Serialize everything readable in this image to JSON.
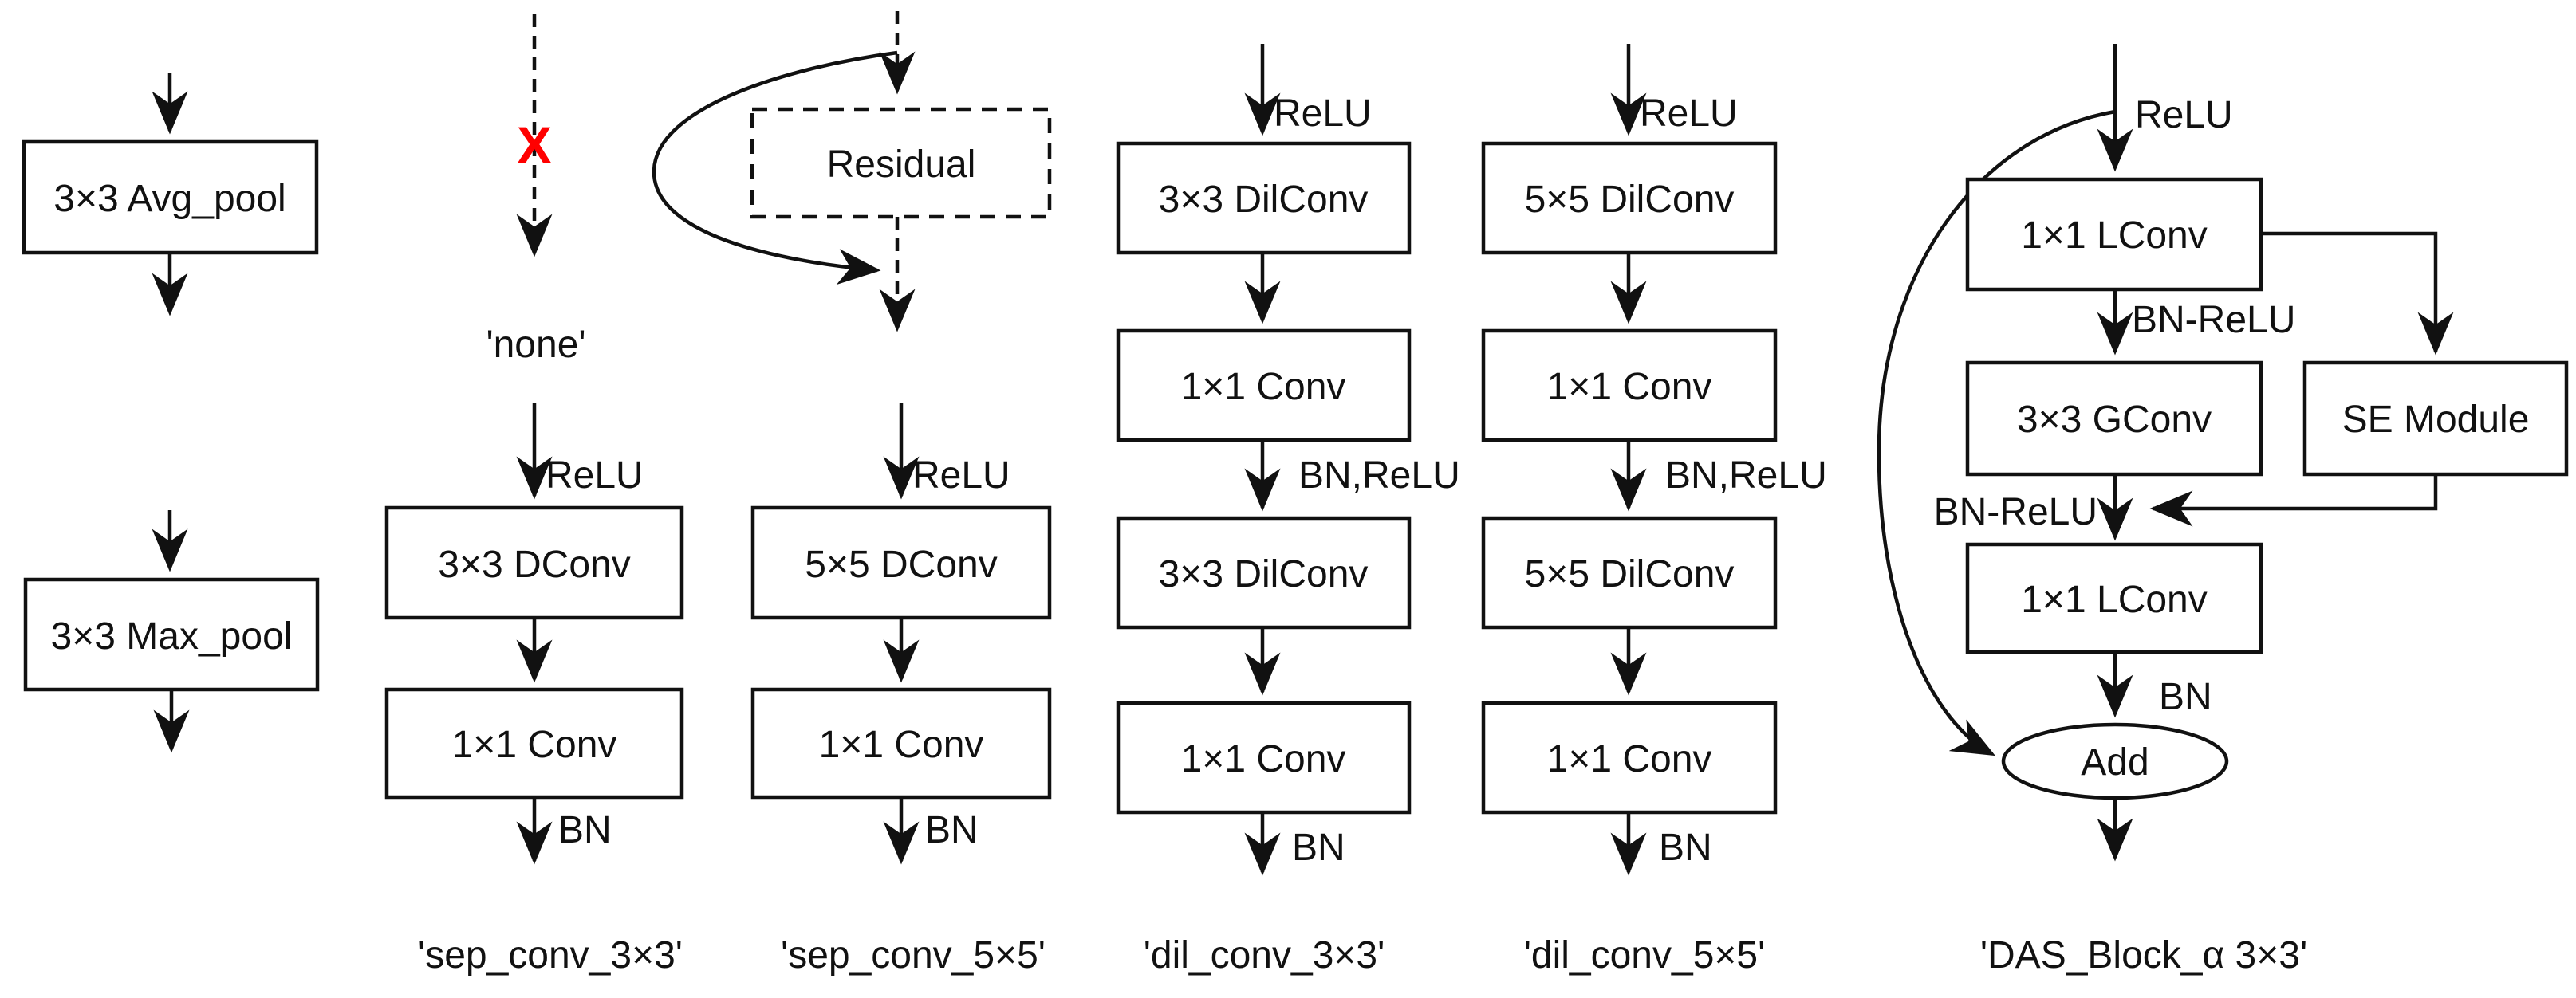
{
  "colors": {
    "background": "#ffffff",
    "ink": "#111111",
    "x_mark": "#ff0000"
  },
  "ops": {
    "avg_pool": {
      "box": "3×3 Avg_pool"
    },
    "max_pool": {
      "box": "3×3 Max_pool"
    },
    "none": {
      "x_mark": "X",
      "name": "'none'"
    },
    "residual": {
      "box": "Residual"
    },
    "sep_conv_3x3": {
      "pre": "ReLU",
      "box1": "3×3 DConv",
      "box2": "1×1 Conv",
      "post": "BN",
      "name": "'sep_conv_3×3'"
    },
    "sep_conv_5x5": {
      "pre": "ReLU",
      "box1": "5×5 DConv",
      "box2": "1×1 Conv",
      "post": "BN",
      "name": "'sep_conv_5×5'"
    },
    "dil_conv_3x3": {
      "pre": "ReLU",
      "box1": "3×3 DilConv",
      "box2": "1×1 Conv",
      "mid": "BN,ReLU",
      "box3": "3×3 DilConv",
      "box4": "1×1 Conv",
      "post": "BN",
      "name": "'dil_conv_3×3'"
    },
    "dil_conv_5x5": {
      "pre": "ReLU",
      "box1": "5×5 DilConv",
      "box2": "1×1 Conv",
      "mid": "BN,ReLU",
      "box3": "5×5 DilConv",
      "box4": "1×1 Conv",
      "post": "BN",
      "name": "'dil_conv_5×5'"
    },
    "das_block": {
      "pre": "ReLU",
      "box1": "1×1 LConv",
      "mid1": "BN-ReLU",
      "box2": "3×3 GConv",
      "se": "SE Module",
      "mid2": "BN-ReLU",
      "box3": "1×1 LConv",
      "post": "BN",
      "add": "Add",
      "name": "'DAS_Block_α 3×3'"
    }
  }
}
